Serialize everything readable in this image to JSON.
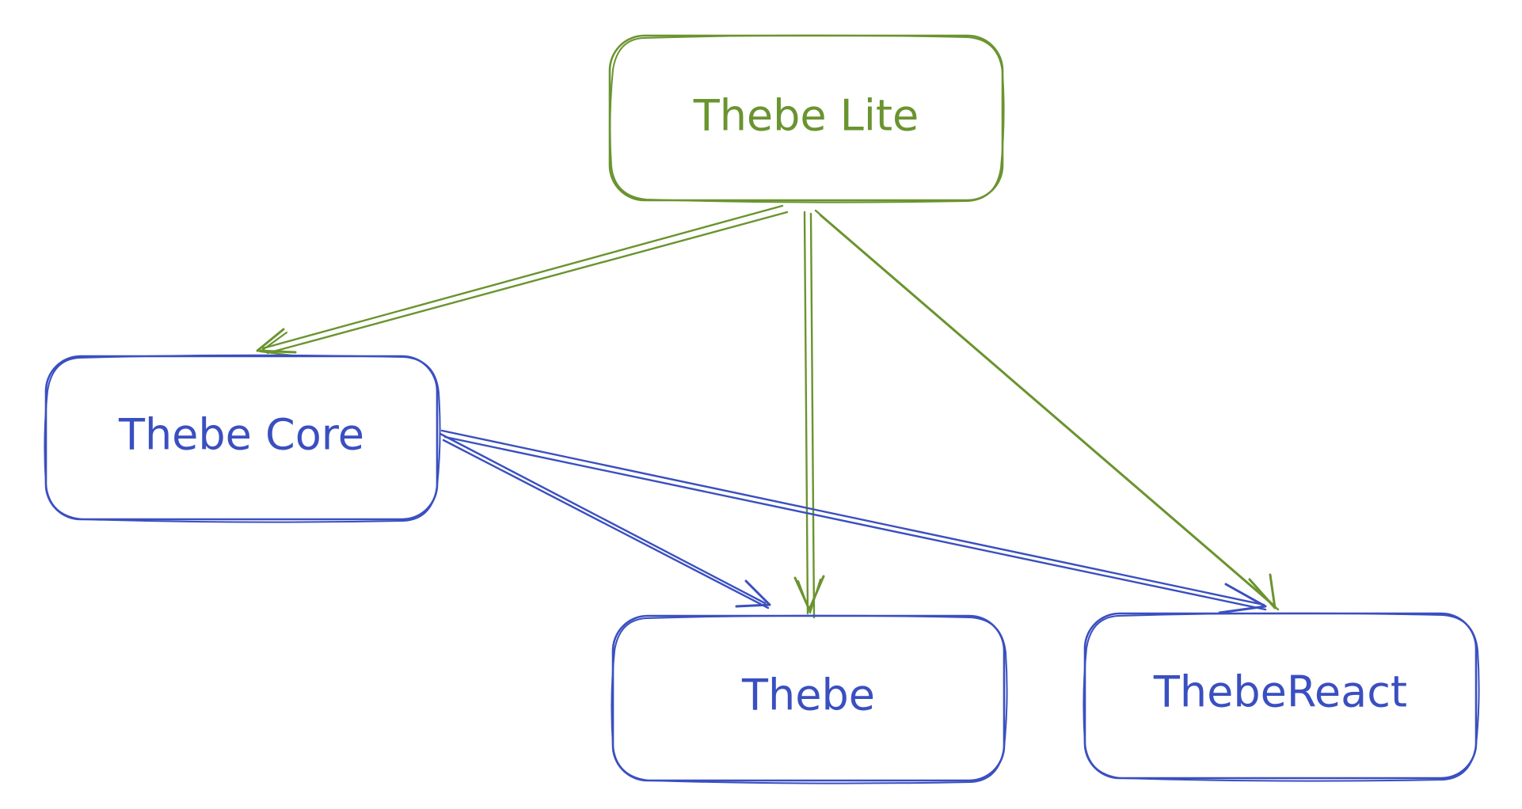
{
  "colors": {
    "green": "#6a942f",
    "blue": "#3a4fc0",
    "background": "#ffffff"
  },
  "nodes": {
    "thebe_lite": {
      "label": "Thebe Lite",
      "color": "green"
    },
    "thebe_core": {
      "label": "Thebe Core",
      "color": "blue"
    },
    "thebe": {
      "label": "Thebe",
      "color": "blue"
    },
    "thebe_react": {
      "label": "ThebeReact",
      "color": "blue"
    }
  },
  "edges": [
    {
      "from": "thebe_lite",
      "to": "thebe_core",
      "color": "green"
    },
    {
      "from": "thebe_lite",
      "to": "thebe",
      "color": "green"
    },
    {
      "from": "thebe_lite",
      "to": "thebe_react",
      "color": "green"
    },
    {
      "from": "thebe_core",
      "to": "thebe",
      "color": "blue"
    },
    {
      "from": "thebe_core",
      "to": "thebe_react",
      "color": "blue"
    }
  ]
}
